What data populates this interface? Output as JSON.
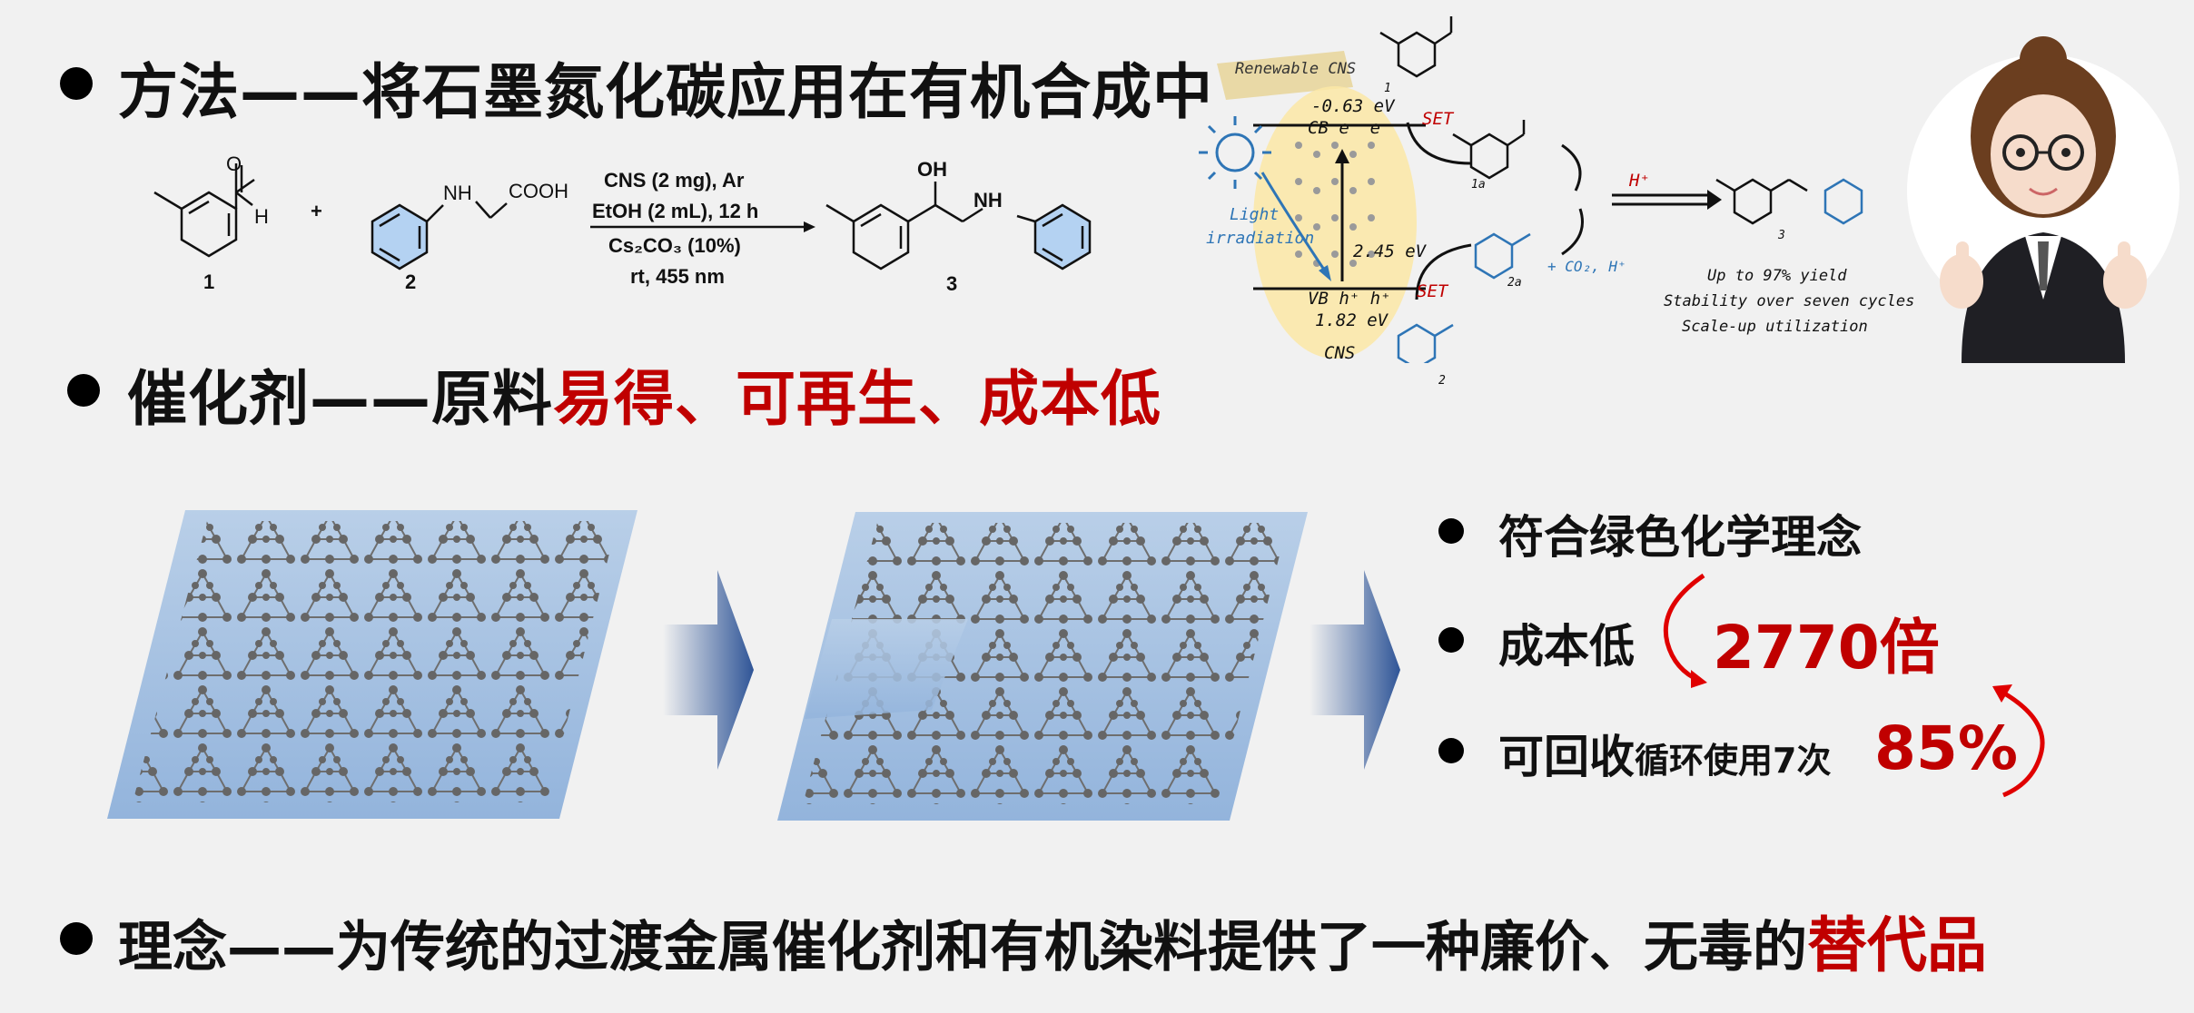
{
  "heading1": {
    "text": "方法——将石墨氮化碳应用在有机合成中"
  },
  "heading2": {
    "prefix": "催化剂——原料",
    "highlight": "易得、可再生、成本低"
  },
  "heading3": {
    "prefix": "理念——为传统的过渡金属催化剂和有机染料提供了一种廉价、无毒的",
    "highlight": "替代品"
  },
  "reaction": {
    "label_1": "1",
    "label_2": "2",
    "label_3": "3",
    "plus": "+",
    "aldehyde_h": "H",
    "amine_group": "NH",
    "acid_group": "COOH",
    "product_oh": "OH",
    "product_nh": "NH",
    "condition_1": "CNS (2 mg), Ar",
    "condition_2": "EtOH (2 mL), 12 h",
    "condition_3": "Cs₂CO₃ (10%)",
    "condition_4": "rt, 455 nm"
  },
  "mechanism": {
    "renewable": "Renewable CNS",
    "cb_potential": "-0.63 eV",
    "cb_label": "CB   e⁻  e⁻",
    "light": "Light",
    "irradiation": "irradiation",
    "gap": "2.45 eV",
    "vb_label": "VB   h⁺  h⁺",
    "vb_potential": "1.82 eV",
    "cns": "CNS",
    "set_top": "SET",
    "set_bottom": "SET",
    "label_1": "1",
    "label_1a": "1a",
    "label_2a": "2a",
    "label_2": "2",
    "label_3": "3",
    "h_plus": "H⁺",
    "co2": "+ CO₂, H⁺",
    "result_1": "Up to 97% yield",
    "result_2": "Stability over seven cycles",
    "result_3": "Scale-up utilization"
  },
  "points": {
    "green": "符合绿色化学理念",
    "cost": "成本低",
    "cost_value": "2770倍",
    "recycle": "可回收",
    "recycle_detail": "循环使用7次",
    "recycle_value": "85%"
  },
  "colors": {
    "accent_red": "#c00000",
    "arrow_blue": "#2f5597",
    "panel_blue": "#a9c4e3"
  }
}
